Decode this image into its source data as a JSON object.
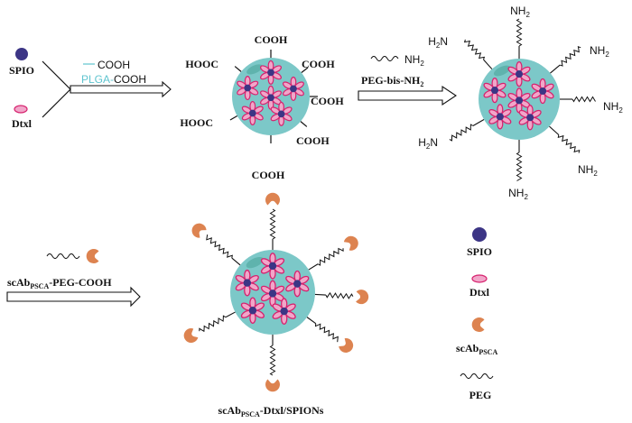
{
  "colors": {
    "sphere": "#7cc8c8",
    "sphere_highlight": "#5fb3ad",
    "spio": "#3c3585",
    "dtxl_fill": "#f1a6c9",
    "dtxl_stroke": "#d6226e",
    "antibody": "#dd8350",
    "plga_text": "#5fc4cf",
    "line": "#111111"
  },
  "step1": {
    "inputs": [
      {
        "icon": "spio-icon",
        "label": "SPIO"
      },
      {
        "icon": "dtxl-icon",
        "label": "Dtxl"
      }
    ],
    "reagent_line1": "COOH",
    "reagent_line2_colored": "PLGA-",
    "reagent_line2_black": "COOH"
  },
  "particle1": {
    "terminal_groups": [
      "COOH",
      "COOH",
      "COOH",
      "COOH",
      "COOH",
      "COOH",
      "HOOC",
      "HOOC"
    ]
  },
  "step2": {
    "reagent_group": "NH",
    "reagent_sub": "2",
    "reagent_name": "PEG-bis-NH",
    "reagent_name_sub": "2"
  },
  "particle2": {
    "amine_label": "NH",
    "amine_sub": "2",
    "amine_label_left_prefix": "H",
    "amine_label_left_sub": "2",
    "amine_label_left_suffix": "N"
  },
  "step3": {
    "reagent_name_prefix": "scAb",
    "reagent_name_sub": "PSCA",
    "reagent_name_suffix": "-PEG-COOH"
  },
  "product": {
    "name_prefix": "scAb",
    "name_sub": "PSCA",
    "name_suffix": "-Dtxl/SPIONs"
  },
  "legend": {
    "items": [
      {
        "icon": "spio-icon",
        "label": "SPIO"
      },
      {
        "icon": "dtxl-icon",
        "label": "Dtxl"
      },
      {
        "icon": "antibody-icon",
        "label": "scAb",
        "sub": "PSCA"
      },
      {
        "icon": "peg-icon",
        "label": "PEG"
      }
    ]
  }
}
